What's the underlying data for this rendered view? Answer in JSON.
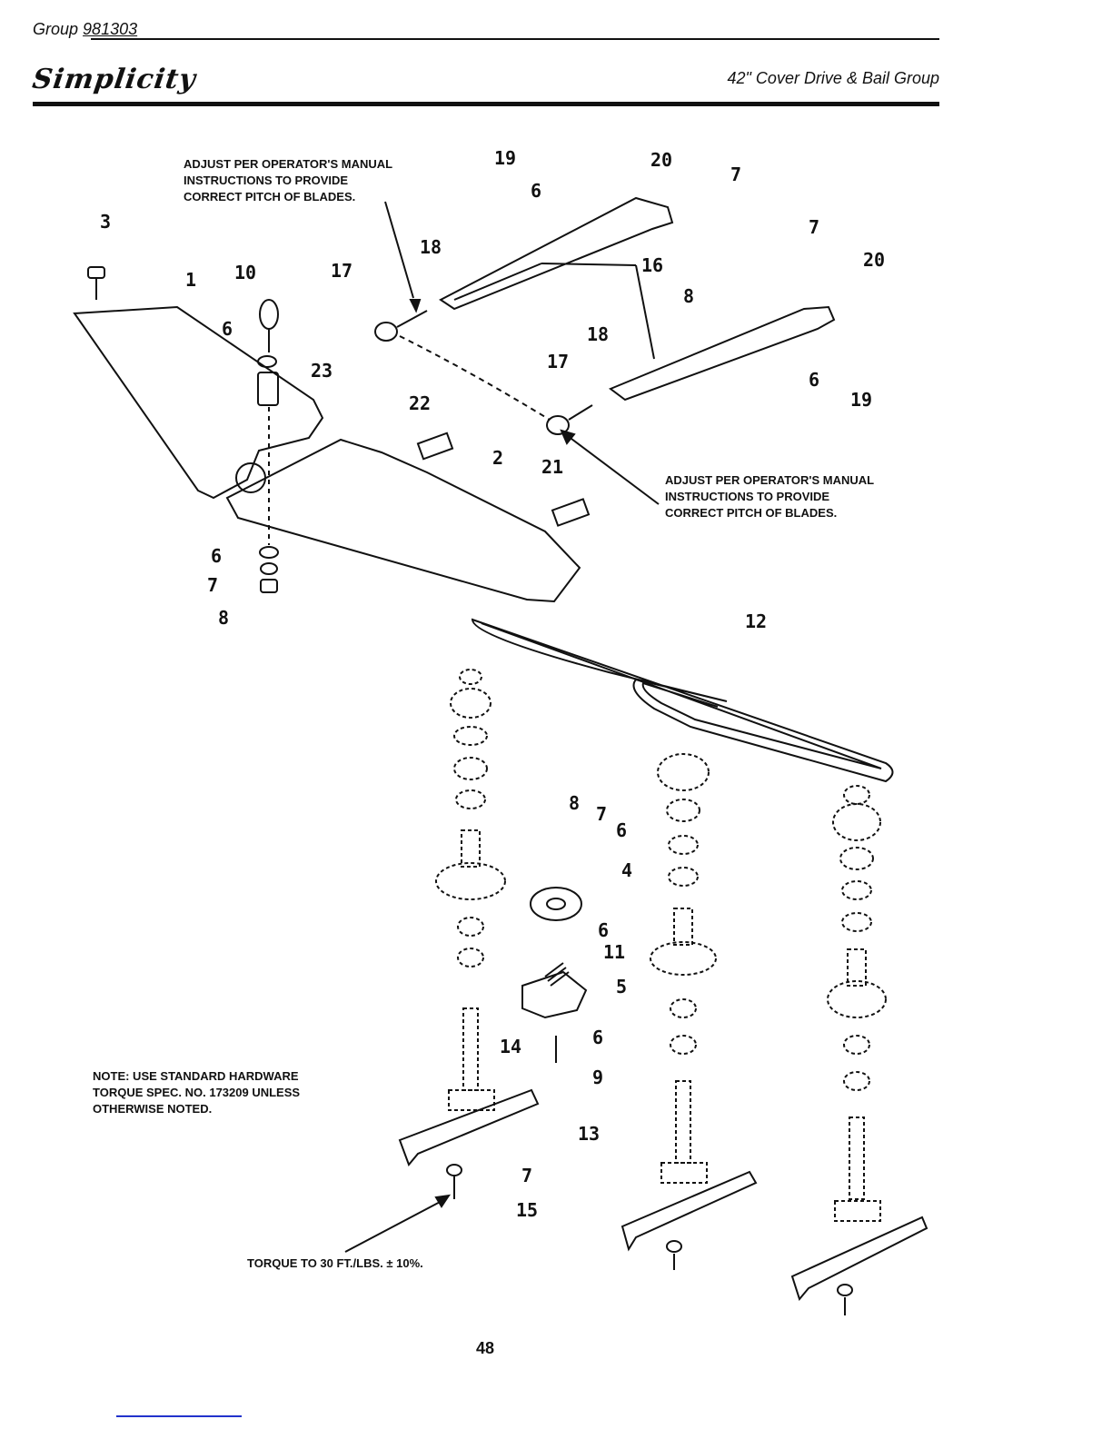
{
  "header": {
    "group_label": "Group",
    "group_number": "981303",
    "brand": "Simplicity",
    "section_title": "42\" Cover Drive & Bail Group"
  },
  "notes": {
    "adjust_top": [
      "ADJUST PER OPERATOR'S MANUAL",
      "INSTRUCTIONS TO PROVIDE",
      "CORRECT PITCH OF BLADES."
    ],
    "adjust_right": [
      "ADJUST PER OPERATOR'S MANUAL",
      "INSTRUCTIONS TO PROVIDE",
      "CORRECT PITCH OF BLADES."
    ],
    "hardware": [
      "NOTE: USE STANDARD HARDWARE",
      "TORQUE SPEC. NO. 173209 UNLESS",
      "OTHERWISE NOTED."
    ],
    "torque": "TORQUE TO 30 FT./LBS. ± 10%."
  },
  "callouts": [
    "1",
    "2",
    "3",
    "4",
    "5",
    "6",
    "7",
    "8",
    "9",
    "10",
    "11",
    "12",
    "13",
    "14",
    "15",
    "16",
    "17",
    "18",
    "19",
    "20",
    "21",
    "22",
    "23"
  ],
  "page_number": "48"
}
